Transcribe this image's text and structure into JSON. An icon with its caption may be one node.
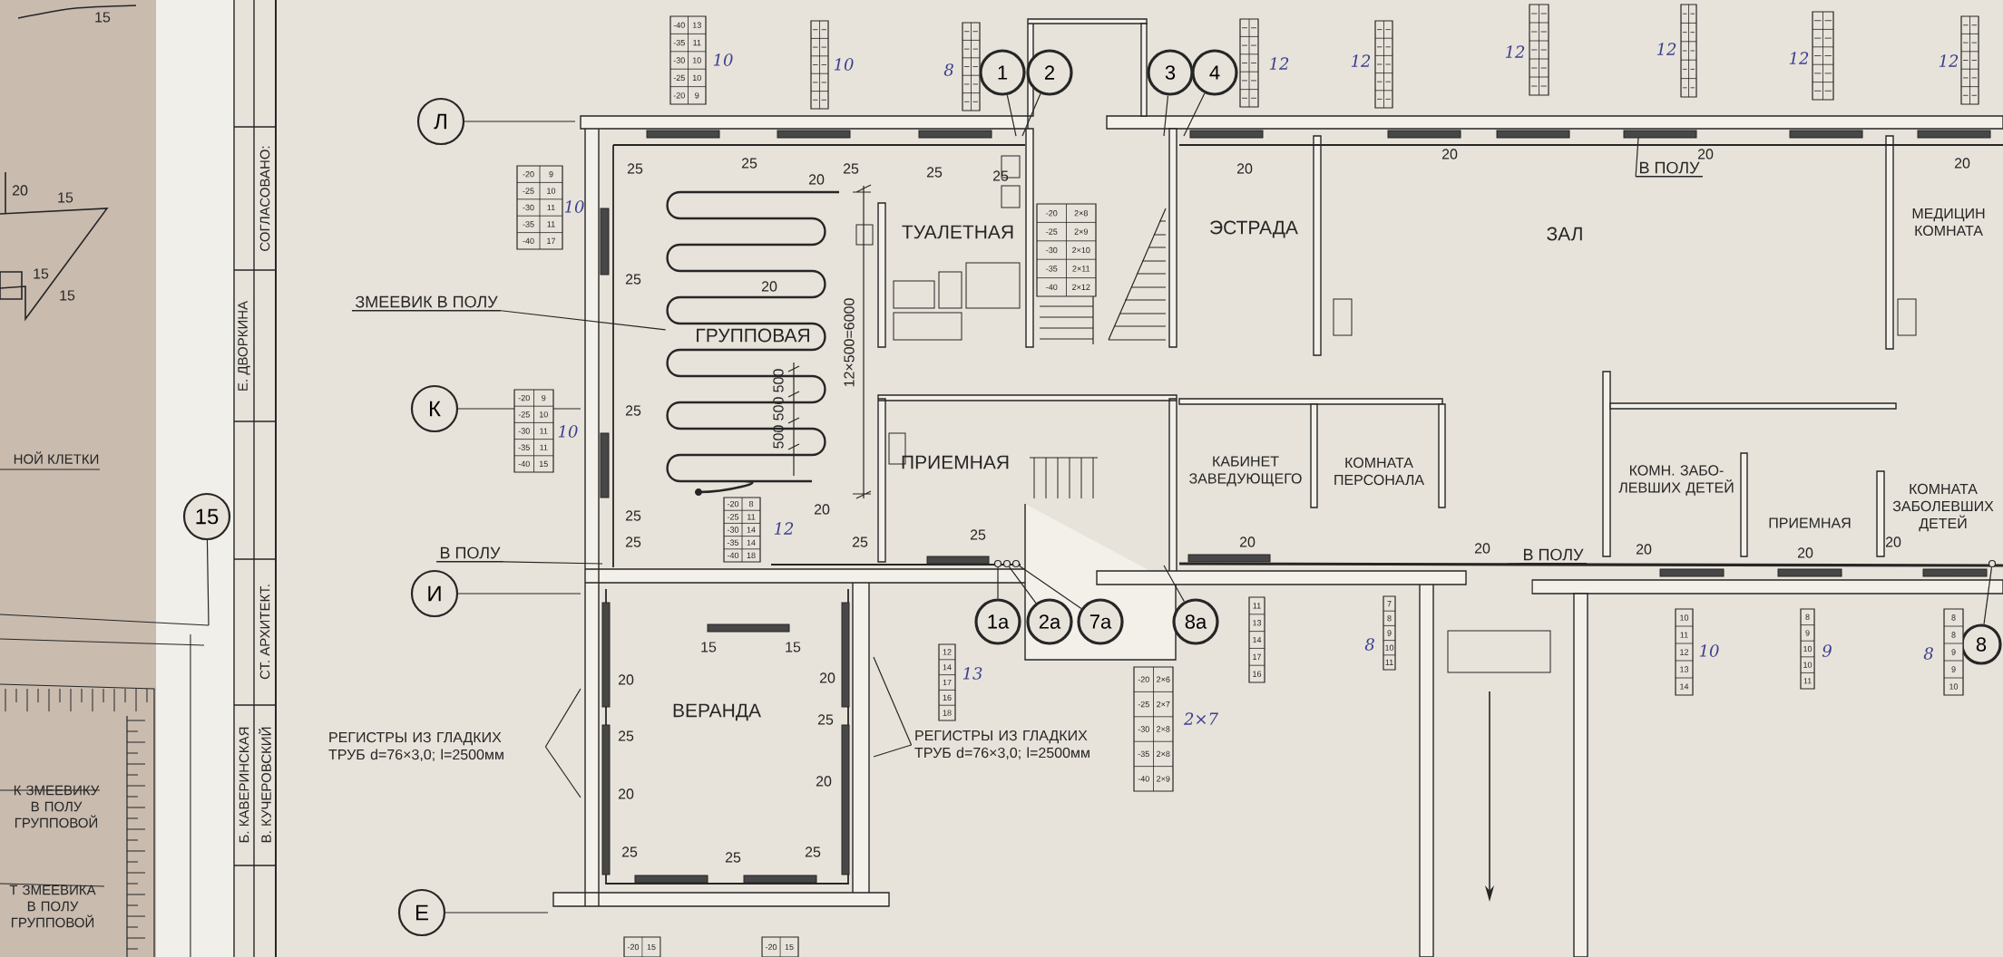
{
  "diagram": {
    "nodes": [
      {
        "text": [
          "Л"
        ]
      },
      {
        "text": [
          "К"
        ]
      },
      {
        "text": [
          "И"
        ]
      },
      {
        "text": [
          "Е"
        ]
      },
      {
        "text": [
          "15"
        ]
      },
      {
        "text": [
          "1"
        ]
      },
      {
        "text": [
          "2"
        ]
      },
      {
        "text": [
          "3"
        ]
      },
      {
        "text": [
          "4"
        ]
      },
      {
        "text": [
          "1а"
        ]
      },
      {
        "text": [
          "2а"
        ]
      },
      {
        "text": [
          "7а"
        ]
      },
      {
        "text": [
          "8а"
        ]
      },
      {
        "text": [
          "8"
        ]
      },
      {
        "text": [
          "ЗМЕЕВИК В ПОЛУ"
        ]
      },
      {
        "text": [
          "В ПОЛУ"
        ]
      },
      {
        "text": [
          "В ПОЛУ"
        ]
      },
      {
        "text": [
          "В ПОЛУ"
        ]
      },
      {
        "text": [
          "РЕГИСТРЫ ИЗ ГЛАДКИХ ТРУБ d=76×3,0; l=2500мм"
        ]
      },
      {
        "text": [
          "РЕГИСТРЫ ИЗ ГЛАДКИХ ТРУБ d=76×3,0; l=2500мм"
        ]
      },
      {
        "text": [],
        "shape": "picture"
      },
      {
        "text": [],
        "shape": "circle"
      },
      {
        "text": [],
        "shape": "circle"
      },
      {
        "text": [],
        "shape": "circle"
      },
      {
        "text": [],
        "shape": "circle"
      }
    ],
    "edges": [
      {
        "from": 0,
        "to": null,
        "arrow": "none"
      },
      {
        "from": 1,
        "to": null,
        "arrow": "none"
      },
      {
        "from": 2,
        "to": null,
        "arrow": "none"
      },
      {
        "from": 3,
        "to": null,
        "arrow": "none"
      },
      {
        "from": 4,
        "to": null,
        "arrow": "none"
      },
      {
        "from": 5,
        "to": null,
        "arrow": "none"
      },
      {
        "from": 6,
        "to": null,
        "arrow": "none"
      },
      {
        "from": 7,
        "to": null,
        "arrow": "none"
      },
      {
        "from": 8,
        "to": null,
        "arrow": "none"
      },
      {
        "from": 9,
        "to": 21,
        "arrow": "none"
      },
      {
        "from": 10,
        "to": 22,
        "arrow": "none"
      },
      {
        "from": 11,
        "to": 23,
        "arrow": "none"
      },
      {
        "from": 12,
        "to": null,
        "arrow": "none"
      },
      {
        "from": 13,
        "to": 24,
        "arrow": "none"
      },
      {
        "from": 14,
        "to": 20,
        "arrow": "none"
      },
      {
        "from": 15,
        "to": null,
        "arrow": "none"
      },
      {
        "from": 16,
        "to": null,
        "arrow": "none"
      },
      {
        "from": 17,
        "to": null,
        "arrow": "none"
      },
      {
        "from": 18,
        "to": null,
        "arrow": "none"
      },
      {
        "from": 18,
        "to": null,
        "arrow": "none"
      },
      {
        "from": 19,
        "to": null,
        "arrow": "none"
      },
      {
        "from": 19,
        "to": null,
        "arrow": "none"
      }
    ],
    "labels": [
      "15",
      "20",
      "15",
      "15",
      "15",
      "НОЙ КЛЕТКИ",
      "К ЗМЕЕВИКУ В ПОЛУ ГРУППОВОЙ",
      "Т ЗМЕЕВИКА В ПОЛУ ГРУППОВОЙ",
      "СОГЛАСОВАНО:",
      "Е. ДВОРКИНА",
      "СТ. АРХИТЕКТ.",
      "Б. КАВЕРИНСКАЯ",
      "В. КУЧЕРОВСКИЙ",
      "-40",
      "13",
      "-35",
      "11",
      "-30",
      "10",
      "-25",
      "10",
      "-20",
      "9",
      "10",
      "10",
      "8",
      "12",
      "12",
      "12",
      "12",
      "12",
      "12",
      "25",
      "25",
      "25",
      "25",
      "25",
      "20",
      "20",
      "20",
      "20",
      "-20",
      "9",
      "-25",
      "10",
      "-30",
      "11",
      "-35",
      "11",
      "-40",
      "17",
      "10",
      "25",
      "20",
      "20",
      "ГРУППОВАЯ",
      "12×500=6000",
      "500",
      "500",
      "500",
      "ТУАЛЕТНАЯ",
      "-20",
      "2×8",
      "-25",
      "2×9",
      "-30",
      "2×10",
      "-35",
      "2×11",
      "-40",
      "2×12",
      "ЭСТРАДА",
      "ЗАЛ",
      "МЕДИЦИН КОМНАТА",
      "-20",
      "9",
      "-25",
      "10",
      "-30",
      "11",
      "-35",
      "11",
      "-40",
      "15",
      "10",
      "25",
      "25",
      "25",
      "20",
      "-20",
      "8",
      "-25",
      "11",
      "-30",
      "14",
      "-35",
      "14",
      "-40",
      "18",
      "12",
      "ПРИЕМНАЯ",
      "КАБИНЕТ ЗАВЕДУЮЩЕГО",
      "КОМНАТА ПЕРСОНАЛА",
      "КОМН. ЗАБО- ЛЕВШИХ ДЕТЕЙ",
      "ПРИЕМНАЯ",
      "КОМНАТА ЗАБОЛЕВШИХ ДЕТЕЙ",
      "25",
      "25",
      "20",
      "20",
      "20",
      "20",
      "20",
      "15",
      "15",
      "ВЕРАНДА",
      "20",
      "25",
      "20",
      "25",
      "25",
      "25",
      "20",
      "25",
      "20",
      "12",
      "14",
      "17",
      "16",
      "18",
      "13",
      "-20",
      "2×6",
      "-25",
      "2×7",
      "-30",
      "2×8",
      "-35",
      "2×8",
      "-40",
      "2×9",
      "2×7",
      "11",
      "13",
      "14",
      "17",
      "16",
      "7",
      "8",
      "9",
      "10",
      "11",
      "8",
      "10",
      "11",
      "12",
      "13",
      "14",
      "10",
      "8",
      "9",
      "10",
      "10",
      "11",
      "9",
      "8",
      "8",
      "9",
      "9",
      "10",
      "8",
      "-20",
      "15",
      "-20",
      "15"
    ]
  }
}
